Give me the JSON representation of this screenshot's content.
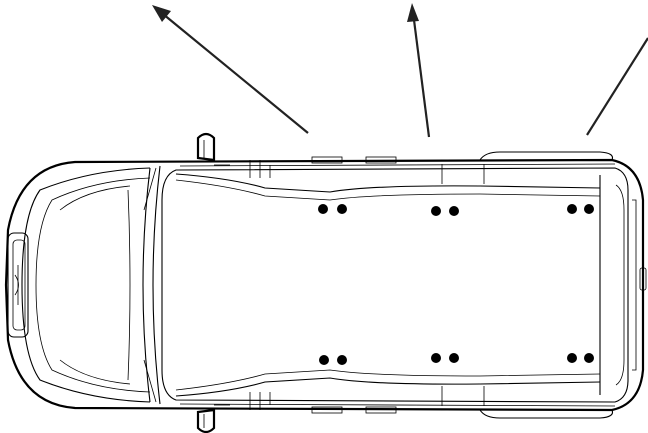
{
  "diagram": {
    "subject": "van-roof-top-view",
    "colors": {
      "line": "#000000",
      "arrow": "#222222",
      "background": "#ffffff"
    },
    "arrows": [
      {
        "name": "arrow-left",
        "direction": "up-left"
      },
      {
        "name": "arrow-center",
        "direction": "up"
      },
      {
        "name": "arrow-right",
        "direction": "up-right"
      }
    ],
    "mount_points": {
      "rows": 2,
      "pairs_per_row": 3,
      "dots_per_pair": 2
    }
  }
}
